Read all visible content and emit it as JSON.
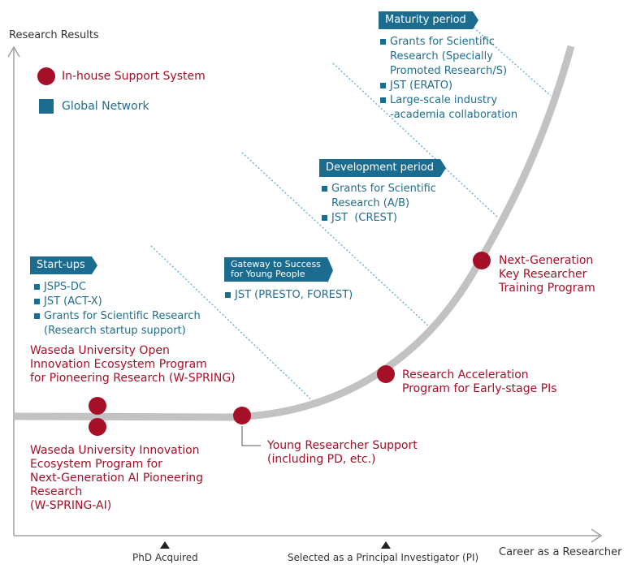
{
  "axes": {
    "y_label": "Research Results",
    "x_label": "Career as a Researcher"
  },
  "legend": {
    "in_house": "In-house Support System",
    "global": "Global Network"
  },
  "milestones": {
    "phd": "PhD Acquired",
    "pi": "Selected as a Principal Investigator (PI)"
  },
  "phases": {
    "startups": {
      "title": "Start-ups",
      "items": [
        "JSPS-DC",
        "JST (ACT-X)",
        "Grants for Scientific Research\n(Research startup support)"
      ]
    },
    "gateway": {
      "title_line1": "Gateway to Success",
      "title_line2": "for Young People",
      "items": [
        "JST (PRESTO, FOREST)"
      ]
    },
    "development": {
      "title": "Development period",
      "items": [
        "Grants for Scientific\nResearch (A/B)",
        "JST  (CREST)"
      ]
    },
    "maturity": {
      "title": "Maturity period",
      "items": [
        "Grants for Scientific\nResearch (Specially\nPromoted Research/S)",
        "JST (ERATO)",
        "Large-scale industry\n-academia collaboration"
      ]
    }
  },
  "programs": {
    "w_spring": [
      "Waseda University Open",
      "Innovation Ecosystem Program",
      "for Pioneering Research (W-SPRING)"
    ],
    "w_spring_ai": [
      "Waseda University Innovation",
      "Ecosystem Program for",
      "Next-Generation AI Pioneering",
      "Research",
      "(W-SPRING-AI)"
    ],
    "young": [
      "Young Researcher Support",
      "(including PD, etc.)"
    ],
    "acceleration": [
      "Research Acceleration",
      "Program for Early-stage PIs"
    ],
    "next_gen": [
      "Next-Generation",
      "Key Researcher",
      "Training Program"
    ]
  },
  "colors": {
    "red": "#a50f27",
    "teal": "#1c6c8f",
    "curve": "#c2c2c2",
    "axis": "#a0a0a0"
  }
}
